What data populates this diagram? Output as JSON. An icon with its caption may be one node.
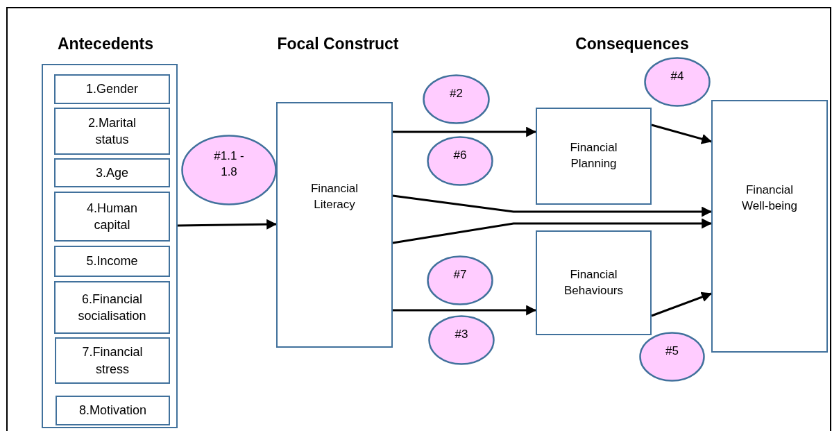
{
  "diagram": {
    "nodes": [
      {
        "text": [],
        "shape": "box"
      },
      {
        "text": [
          "1.Gender"
        ],
        "in": 0
      },
      {
        "text": [
          "2.Marital status"
        ],
        "in": 0
      },
      {
        "text": [
          "3.Age"
        ],
        "in": 0
      },
      {
        "text": [
          "4.Human capital"
        ],
        "in": 0
      },
      {
        "text": [
          "5.Income"
        ],
        "in": 0
      },
      {
        "text": [
          "6.Financial socialisation"
        ],
        "in": 0
      },
      {
        "text": [
          "7.Financial stress"
        ],
        "in": 0
      },
      {
        "text": [
          "8.Motivation"
        ],
        "in": 0
      },
      {
        "text": [
          "#1.1 - 1.8"
        ]
      },
      {
        "text": [
          "Financial Literacy"
        ]
      },
      {
        "text": [
          "#2"
        ]
      },
      {
        "text": [
          "#4"
        ]
      },
      {
        "text": [
          "Financial Planning"
        ]
      },
      {
        "text": [
          "#6"
        ]
      },
      {
        "text": [
          "Financial Well-being"
        ]
      },
      {
        "text": [
          "Financial Behaviours"
        ]
      },
      {
        "text": [
          "#7"
        ]
      },
      {
        "text": [
          "#3"
        ]
      },
      {
        "text": [
          "#5"
        ]
      }
    ],
    "edges": [
      {
        "from": 0,
        "to": 10,
        "arrow": "to"
      },
      {
        "from": 10,
        "to": 13,
        "arrow": "to"
      },
      {
        "from": 10,
        "to": 15,
        "arrow": "to"
      },
      {
        "from": 10,
        "to": 15,
        "arrow": "to"
      },
      {
        "from": 10,
        "to": 16,
        "arrow": "to"
      },
      {
        "from": 13,
        "to": 15,
        "arrow": "to"
      },
      {
        "from": 16,
        "to": 15,
        "arrow": "to"
      }
    ],
    "labels": [
      "Antecedents",
      "Focal Construct",
      "Consequences"
    ]
  }
}
